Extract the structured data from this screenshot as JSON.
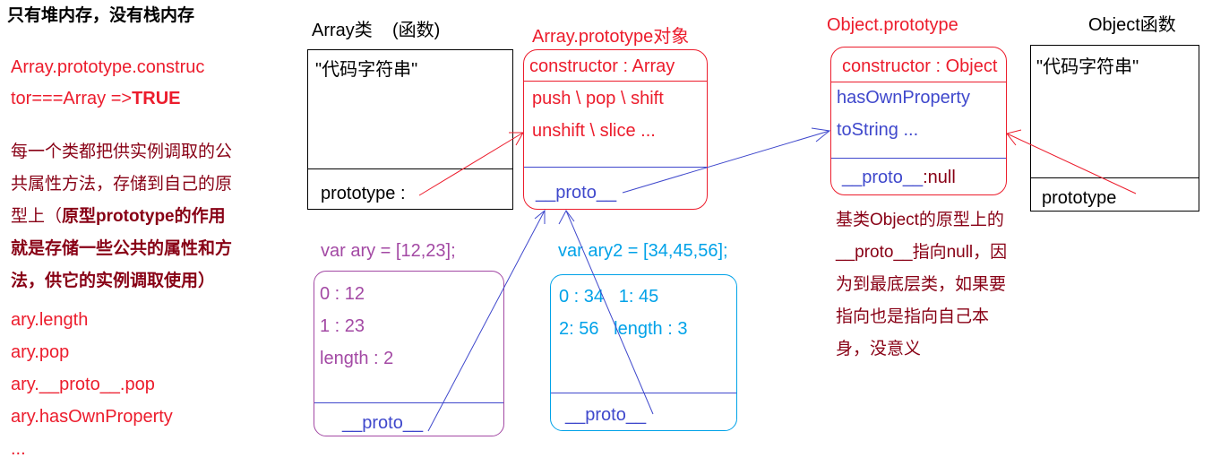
{
  "title": "只有堆内存，没有栈内存",
  "left": {
    "constructor_line1": "Array.prototype.construc",
    "constructor_line2": "tor===Array  =>",
    "constructor_result": "TRUE",
    "para_lines": [
      "每一个类都把供实例调取的公",
      "共属性方法，存储到自己的原",
      "型上（"
    ],
    "para_bold_inline": "原型prototype的作用",
    "para_bold_lines": [
      "就是存储一些公共的属性和方",
      "法，供它的实例调取使用）"
    ],
    "list": [
      "ary.length",
      "ary.pop",
      "ary.__proto__.pop",
      "ary.hasOwnProperty",
      "..."
    ]
  },
  "array_class": {
    "label": "Array类    (函数)",
    "code": "\"代码字符串\"",
    "prototype": "prototype :"
  },
  "array_prototype": {
    "label": "Array.prototype对象",
    "constructor": "constructor : Array",
    "methods1": "push \\ pop \\ shift",
    "methods2": "unshift \\ slice ...",
    "proto": "__proto__"
  },
  "object_prototype": {
    "label": "Object.prototype",
    "constructor": "constructor : Object",
    "method1": "hasOwnProperty",
    "method2": "toString ...",
    "proto": "__proto__",
    "proto_value": ":null"
  },
  "object_class": {
    "label": "Object函数",
    "code": "\"代码字符串\"",
    "prototype": "prototype"
  },
  "note_lines": [
    "基类Object的原型上的",
    "__proto__指向null，因",
    "为到最底层类，如果要",
    "指向也是指向自己本",
    "身，没意义"
  ],
  "ary": {
    "declaration": "var ary = [12,23];",
    "items": [
      "0 : 12",
      "1 : 23",
      "length : 2"
    ],
    "proto": "__proto__"
  },
  "ary2": {
    "declaration": "var ary2 = [34,45,56];",
    "items": [
      "0 : 34   1: 45",
      "2: 56   length : 3"
    ],
    "proto": "__proto__"
  },
  "colors": {
    "red": "#ec1c2c",
    "dark_red": "#880015",
    "blue": "#3f48cc",
    "purple": "#a349a4",
    "cyan": "#00a2e8"
  }
}
